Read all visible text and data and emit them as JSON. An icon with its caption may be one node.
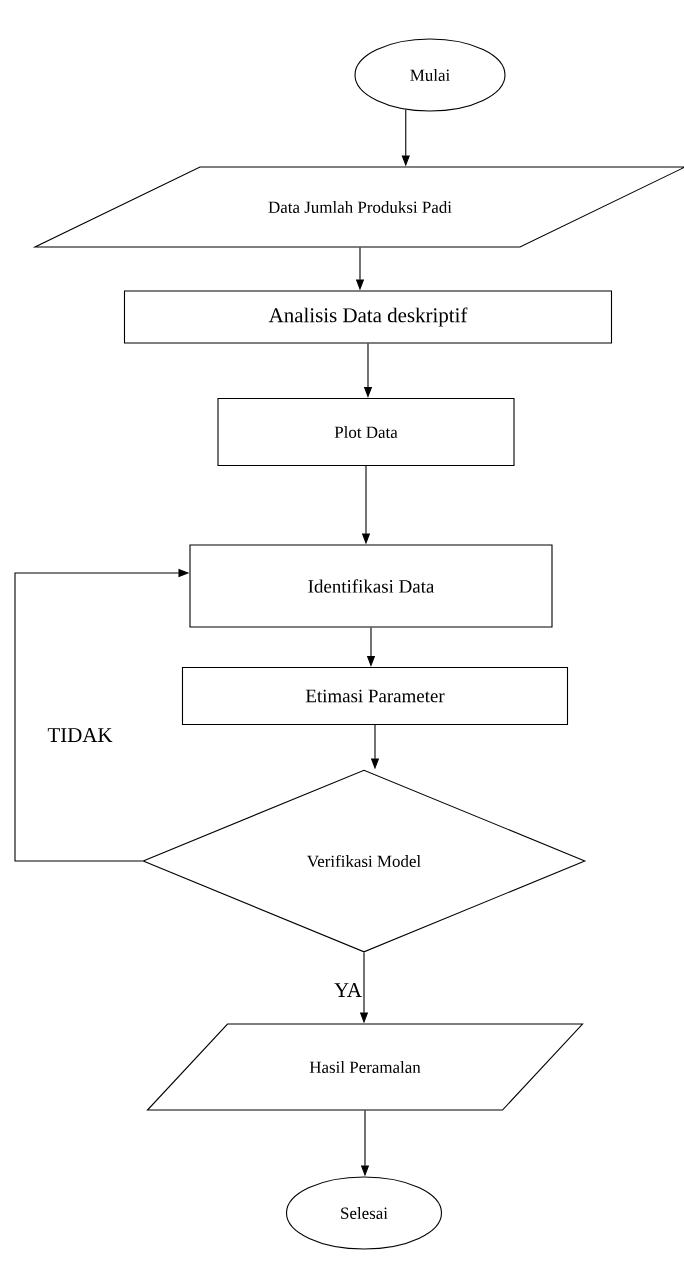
{
  "diagram": {
    "nodes": [
      {
        "text": [
          "Mulai"
        ]
      },
      {
        "text": [
          "Data Jumlah Produksi Padi"
        ]
      },
      {
        "text": [
          "Analisis Data deskriptif"
        ]
      },
      {
        "text": [
          "Plot Data"
        ]
      },
      {
        "text": [
          "Identifikasi Data"
        ]
      },
      {
        "text": [
          "Etimasi Parameter"
        ]
      },
      {
        "text": [
          "Verifikasi Model"
        ]
      },
      {
        "text": [
          "Hasil  Peramalan"
        ]
      },
      {
        "text": [
          "Selesai"
        ]
      }
    ],
    "edges": [
      {
        "from": 0,
        "to": 1,
        "arrow": "to"
      },
      {
        "from": 1,
        "to": 2,
        "arrow": "to"
      },
      {
        "from": 2,
        "to": 3,
        "arrow": "to"
      },
      {
        "from": 3,
        "to": 4,
        "arrow": "to"
      },
      {
        "from": 4,
        "to": 5,
        "arrow": "to"
      },
      {
        "from": 5,
        "to": 6,
        "arrow": "to"
      },
      {
        "from": 6,
        "to": 4,
        "arrow": "to",
        "label": "TIDAK"
      },
      {
        "from": 6,
        "to": 7,
        "arrow": "to",
        "label": "YA"
      },
      {
        "from": 7,
        "to": 8,
        "arrow": "to"
      }
    ]
  }
}
